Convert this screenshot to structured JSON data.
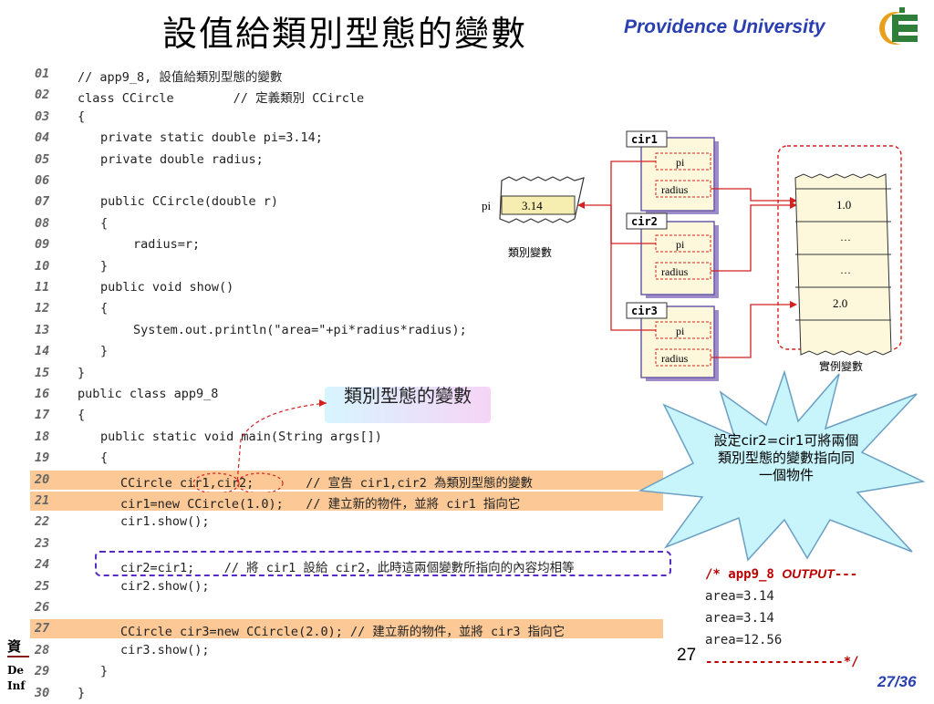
{
  "header": {
    "title": "設值給類別型態的變數",
    "university": "Providence University"
  },
  "code_lines": [
    {
      "num": "01",
      "text": "// app9_8, 設值給類別型態的變數",
      "indent": 0,
      "highlight": false
    },
    {
      "num": "02",
      "text": "class CCircle        // 定義類別 CCircle",
      "indent": 0,
      "highlight": false
    },
    {
      "num": "03",
      "text": "{",
      "indent": 0,
      "highlight": false
    },
    {
      "num": "04",
      "text": "private static double pi=3.14;",
      "indent": 1,
      "highlight": false
    },
    {
      "num": "05",
      "text": "private double radius;",
      "indent": 1,
      "highlight": false
    },
    {
      "num": "06",
      "text": "",
      "indent": 1,
      "highlight": false
    },
    {
      "num": "07",
      "text": "public CCircle(double r)",
      "indent": 1,
      "highlight": false
    },
    {
      "num": "08",
      "text": "{",
      "indent": 1,
      "highlight": false
    },
    {
      "num": "09",
      "text": "radius=r;",
      "indent": 2,
      "highlight": false
    },
    {
      "num": "10",
      "text": "}",
      "indent": 1,
      "highlight": false
    },
    {
      "num": "11",
      "text": "public void show()",
      "indent": 1,
      "highlight": false
    },
    {
      "num": "12",
      "text": "{",
      "indent": 1,
      "highlight": false
    },
    {
      "num": "13",
      "text": "System.out.println(\"area=\"+pi*radius*radius);",
      "indent": 2,
      "highlight": false
    },
    {
      "num": "14",
      "text": "}",
      "indent": 1,
      "highlight": false
    },
    {
      "num": "15",
      "text": "}",
      "indent": 0,
      "highlight": false
    },
    {
      "num": "16",
      "text": "public class app9_8",
      "indent": 0,
      "highlight": false
    },
    {
      "num": "17",
      "text": "{",
      "indent": 0,
      "highlight": false
    },
    {
      "num": "18",
      "text": "public static void main(String args[])",
      "indent": 1,
      "highlight": false
    },
    {
      "num": "19",
      "text": "{",
      "indent": 1,
      "highlight": false
    },
    {
      "num": "20",
      "text": "CCircle cir1,cir2;       // 宣告 cir1,cir2 為類別型態的變數",
      "indent": 3,
      "highlight": true
    },
    {
      "num": "21",
      "text": "cir1=new CCircle(1.0);   // 建立新的物件，並將 cir1 指向它",
      "indent": 3,
      "highlight": true
    },
    {
      "num": "22",
      "text": "cir1.show();",
      "indent": 3,
      "highlight": false
    },
    {
      "num": "23",
      "text": "",
      "indent": 3,
      "highlight": false
    },
    {
      "num": "24",
      "text": "cir2=cir1;    // 將 cir1 設給 cir2，此時這兩個變數所指向的內容均相等",
      "indent": 3,
      "highlight": false
    },
    {
      "num": "25",
      "text": "cir2.show();",
      "indent": 3,
      "highlight": false
    },
    {
      "num": "26",
      "text": "",
      "indent": 3,
      "highlight": false
    },
    {
      "num": "27",
      "text": "CCircle cir3=new CCircle(2.0); // 建立新的物件，並將 cir3 指向它",
      "indent": 3,
      "highlight": true
    },
    {
      "num": "28",
      "text": "cir3.show();",
      "indent": 3,
      "highlight": false
    },
    {
      "num": "29",
      "text": "}",
      "indent": 1,
      "highlight": false
    },
    {
      "num": "30",
      "text": "}",
      "indent": 0,
      "highlight": false
    }
  ],
  "callout_class_var": "類別型態的變數",
  "diagram": {
    "pi_label": "pi",
    "pi_value": "3.14",
    "class_var_caption": "類別變數",
    "objects": [
      {
        "name": "cir1",
        "field1": "pi",
        "field2": "radius"
      },
      {
        "name": "cir2",
        "field1": "pi",
        "field2": "radius"
      },
      {
        "name": "cir3",
        "field1": "pi",
        "field2": "radius"
      }
    ],
    "instance_cells": [
      "1.0",
      "…",
      "…",
      "2.0"
    ],
    "instance_caption": "實例變數"
  },
  "star_note": "設定cir2=cir1可將兩個類別型態的變數指向同一個物件",
  "output": {
    "header_prefix": "/* app9_8 ",
    "header_word": "OUTPUT",
    "header_suffix": "---",
    "lines": [
      "area=3.14",
      "area=3.14",
      "area=12.56"
    ],
    "footer": "------------------*/"
  },
  "footer": {
    "page_number": "27",
    "pager": "27/36",
    "dept_char": "資",
    "dept_line1": "De",
    "dept_line2": "Inf"
  },
  "colors": {
    "highlight": "#fbc896",
    "accent_blue": "#2a3fb0",
    "arrow_red": "#d42020",
    "dash_purple": "#5a2ac7"
  }
}
